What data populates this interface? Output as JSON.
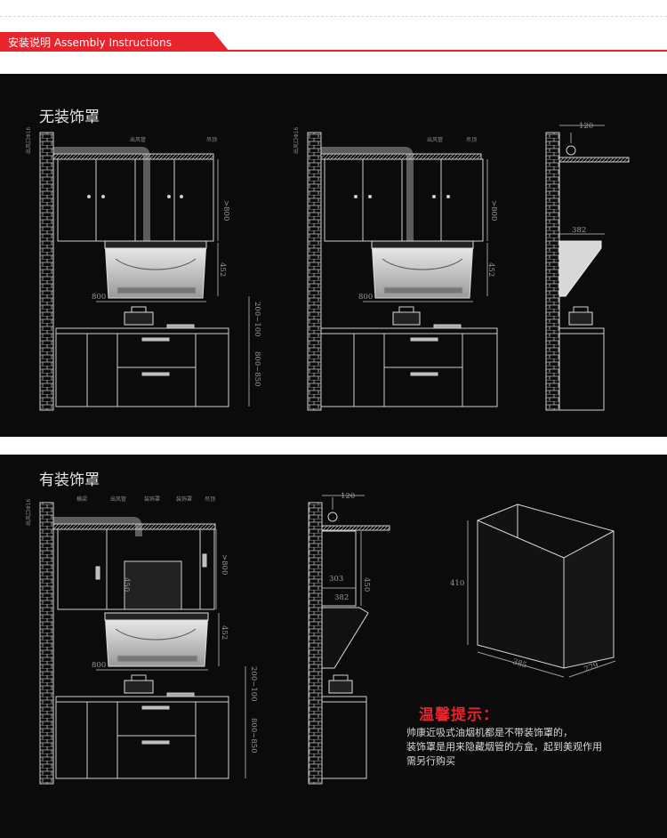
{
  "header": {
    "title": "安装说明 Assembly Instructions",
    "accent_color": "#e8242c"
  },
  "section1": {
    "title": "无装饰罩",
    "labels": {
      "outlet_pipe": "出风管",
      "hanger": "吊顶",
      "outlet_port": "出风口Φ16"
    },
    "dims": {
      "d800_upper": ">800",
      "d452": "452",
      "d800_width": "800",
      "d100_200": "200~100",
      "d800_850": "800~850",
      "d120": "120",
      "d382": "382"
    }
  },
  "section2": {
    "title": "有装饰罩",
    "labels": {
      "beam": "横梁",
      "outlet_pipe": "出风管",
      "hood_cover": "装饰罩",
      "decor_cover": "装饰罩",
      "hanger": "吊顶",
      "outlet_port": "出风口Φ16"
    },
    "dims": {
      "d800_upper": ">800",
      "d450": "450",
      "d452": "452",
      "d800_width": "800",
      "d100_200": "200~100",
      "d800_850": "800~850",
      "d120": "120",
      "d303": "303",
      "d450b": "450",
      "d382": "382",
      "box_h": "410",
      "box_w": "385",
      "box_d": "279"
    }
  },
  "tip": {
    "title": "温馨提示：",
    "lines": [
      "帅康近吸式油烟机都是不带装饰罩的，",
      "装饰罩是用来隐藏烟管的方盒，起到美观作用",
      "需另行购买"
    ]
  }
}
